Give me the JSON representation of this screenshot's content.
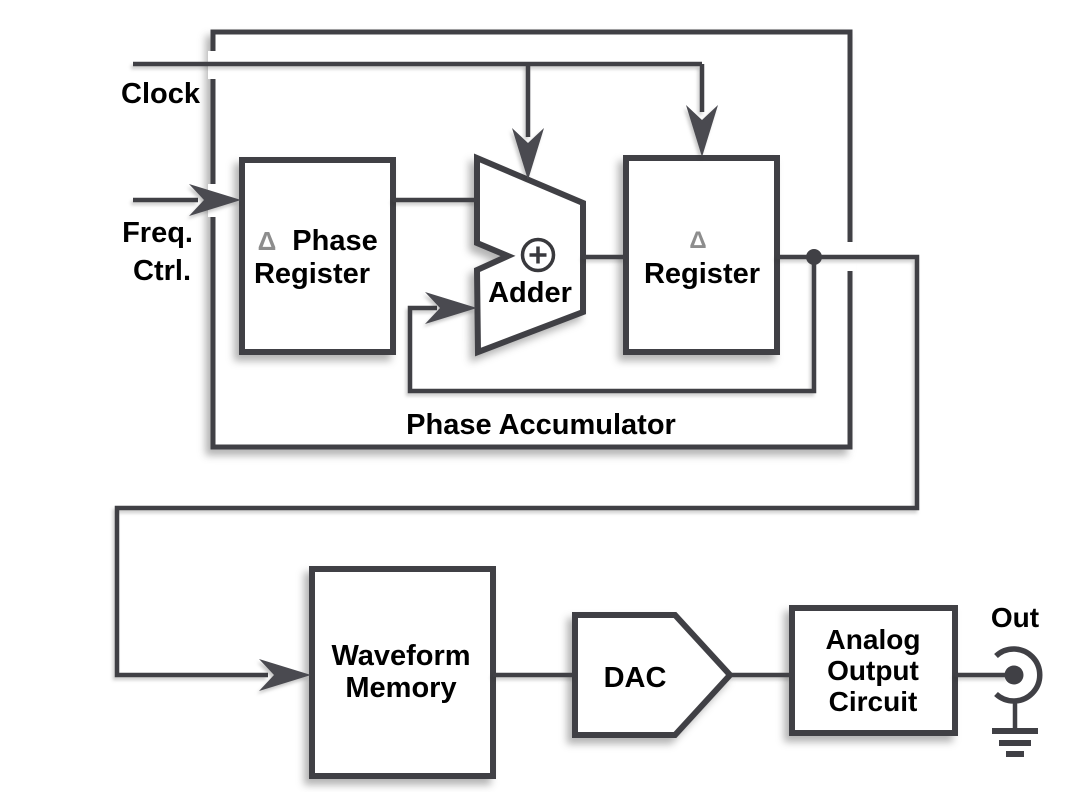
{
  "signals": {
    "clock": "Clock",
    "freq_ctrl_line1": "Freq.",
    "freq_ctrl_line2": "Ctrl.",
    "out": "Out"
  },
  "blocks": {
    "phase_register": {
      "delta": "Δ",
      "line1": "Phase",
      "line2": "Register"
    },
    "adder": {
      "label": "Adder"
    },
    "register": {
      "delta": "Δ",
      "label": "Register"
    },
    "phase_accumulator": {
      "label": "Phase Accumulator"
    },
    "waveform_memory": {
      "line1": "Waveform",
      "line2": "Memory"
    },
    "dac": {
      "label": "DAC"
    },
    "analog_output": {
      "line1": "Analog",
      "line2": "Output",
      "line3": "Circuit"
    }
  },
  "icons": {
    "adder_symbol": "circled-plus-icon",
    "output_connector": "coax-connector-icon",
    "ground": "ground-icon",
    "junction": "junction-dot"
  },
  "colors": {
    "line": "#404045",
    "text": "#000000",
    "delta_gray": "#8d8d8d",
    "background": "#ffffff"
  }
}
